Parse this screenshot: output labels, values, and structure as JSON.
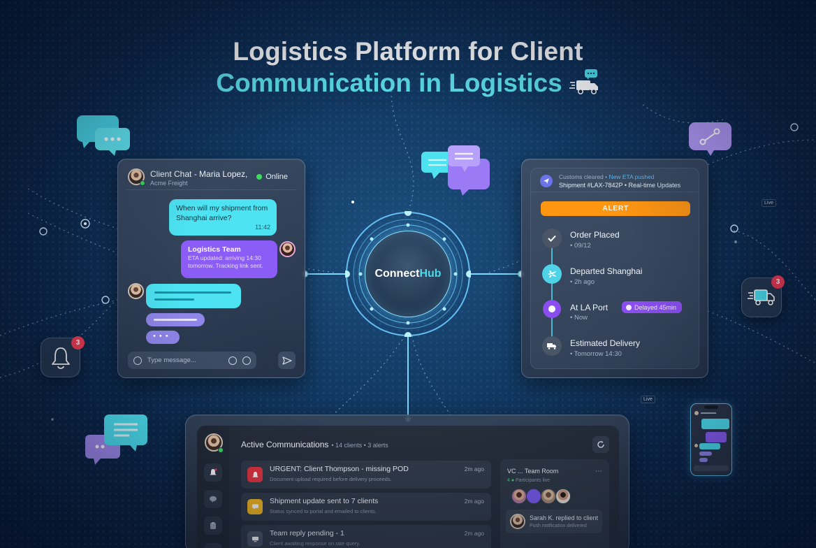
{
  "title": {
    "line1": "Logistics Platform for Client",
    "line2": "Communication in Logistics"
  },
  "colors": {
    "accent_cyan": "#4de3f2",
    "accent_purple": "#8b5cf6",
    "alert_orange": "#ff9612",
    "urgent_red": "#ef3b52",
    "online_green": "#3ddc5a"
  },
  "chat": {
    "title": "Client Chat - Maria Lopez,",
    "subtitle": "Acme Freight",
    "status": "Online",
    "messages": [
      {
        "from": "client",
        "text": "When will my shipment from Shanghai arrive?",
        "time": "11:42"
      },
      {
        "from": "team",
        "sender": "Logistics Team",
        "text": "ETA updated: arriving 14:30 tomorrow. Tracking link sent."
      }
    ],
    "typing_indicator": "• • •",
    "input_placeholder": "Type message..."
  },
  "hub": {
    "name_part1": "Connect",
    "name_part2": "Hub"
  },
  "tracking": {
    "header_line1_a": "Customs cleared",
    "header_line1_b": "• New ETA pushed",
    "header_line2": "Shipment #LAX-7842P  •  Real-time Updates",
    "alert_label": "ALERT",
    "steps": [
      {
        "title": "Order Placed",
        "sub": "• 09/12",
        "icon": "check-icon"
      },
      {
        "title": "Departed Shanghai",
        "sub": "• 2h ago",
        "icon": "plane-icon"
      },
      {
        "title": "At LA Port",
        "sub": "• Now",
        "icon": "current-dot-icon",
        "badge": "Delayed 45min"
      },
      {
        "title": "Estimated Delivery",
        "sub": "• Tomorrow 14:30",
        "icon": "truck-icon"
      }
    ]
  },
  "dashboard": {
    "title": "Active Communications",
    "meta": "• 14 clients • 3 alerts",
    "notifications": [
      {
        "title": "URGENT: Client Thompson - missing POD",
        "sub": "Document upload required before delivery proceeds.",
        "time": "2m ago",
        "color": "#e5343f"
      },
      {
        "title": "Shipment update sent to 7 clients",
        "sub": "Status synced to portal and emailed to clients.",
        "time": "2m ago",
        "color": "#f4b822"
      },
      {
        "title": "Team reply pending - 1",
        "sub": "Client awaiting response on rate query.",
        "time": "2m ago",
        "color": "#4b5566"
      }
    ],
    "team_card": {
      "title": "VC ... Team Room",
      "sub_green": "4 ● ",
      "sub": "Participants live",
      "reply_title": "Sarah K. replied to client",
      "reply_sub": "Push notification delivered"
    }
  },
  "floating": {
    "bell_count": "3",
    "truck_count": "3",
    "live_tag_1": "Live",
    "live_tag_2": "Live"
  }
}
